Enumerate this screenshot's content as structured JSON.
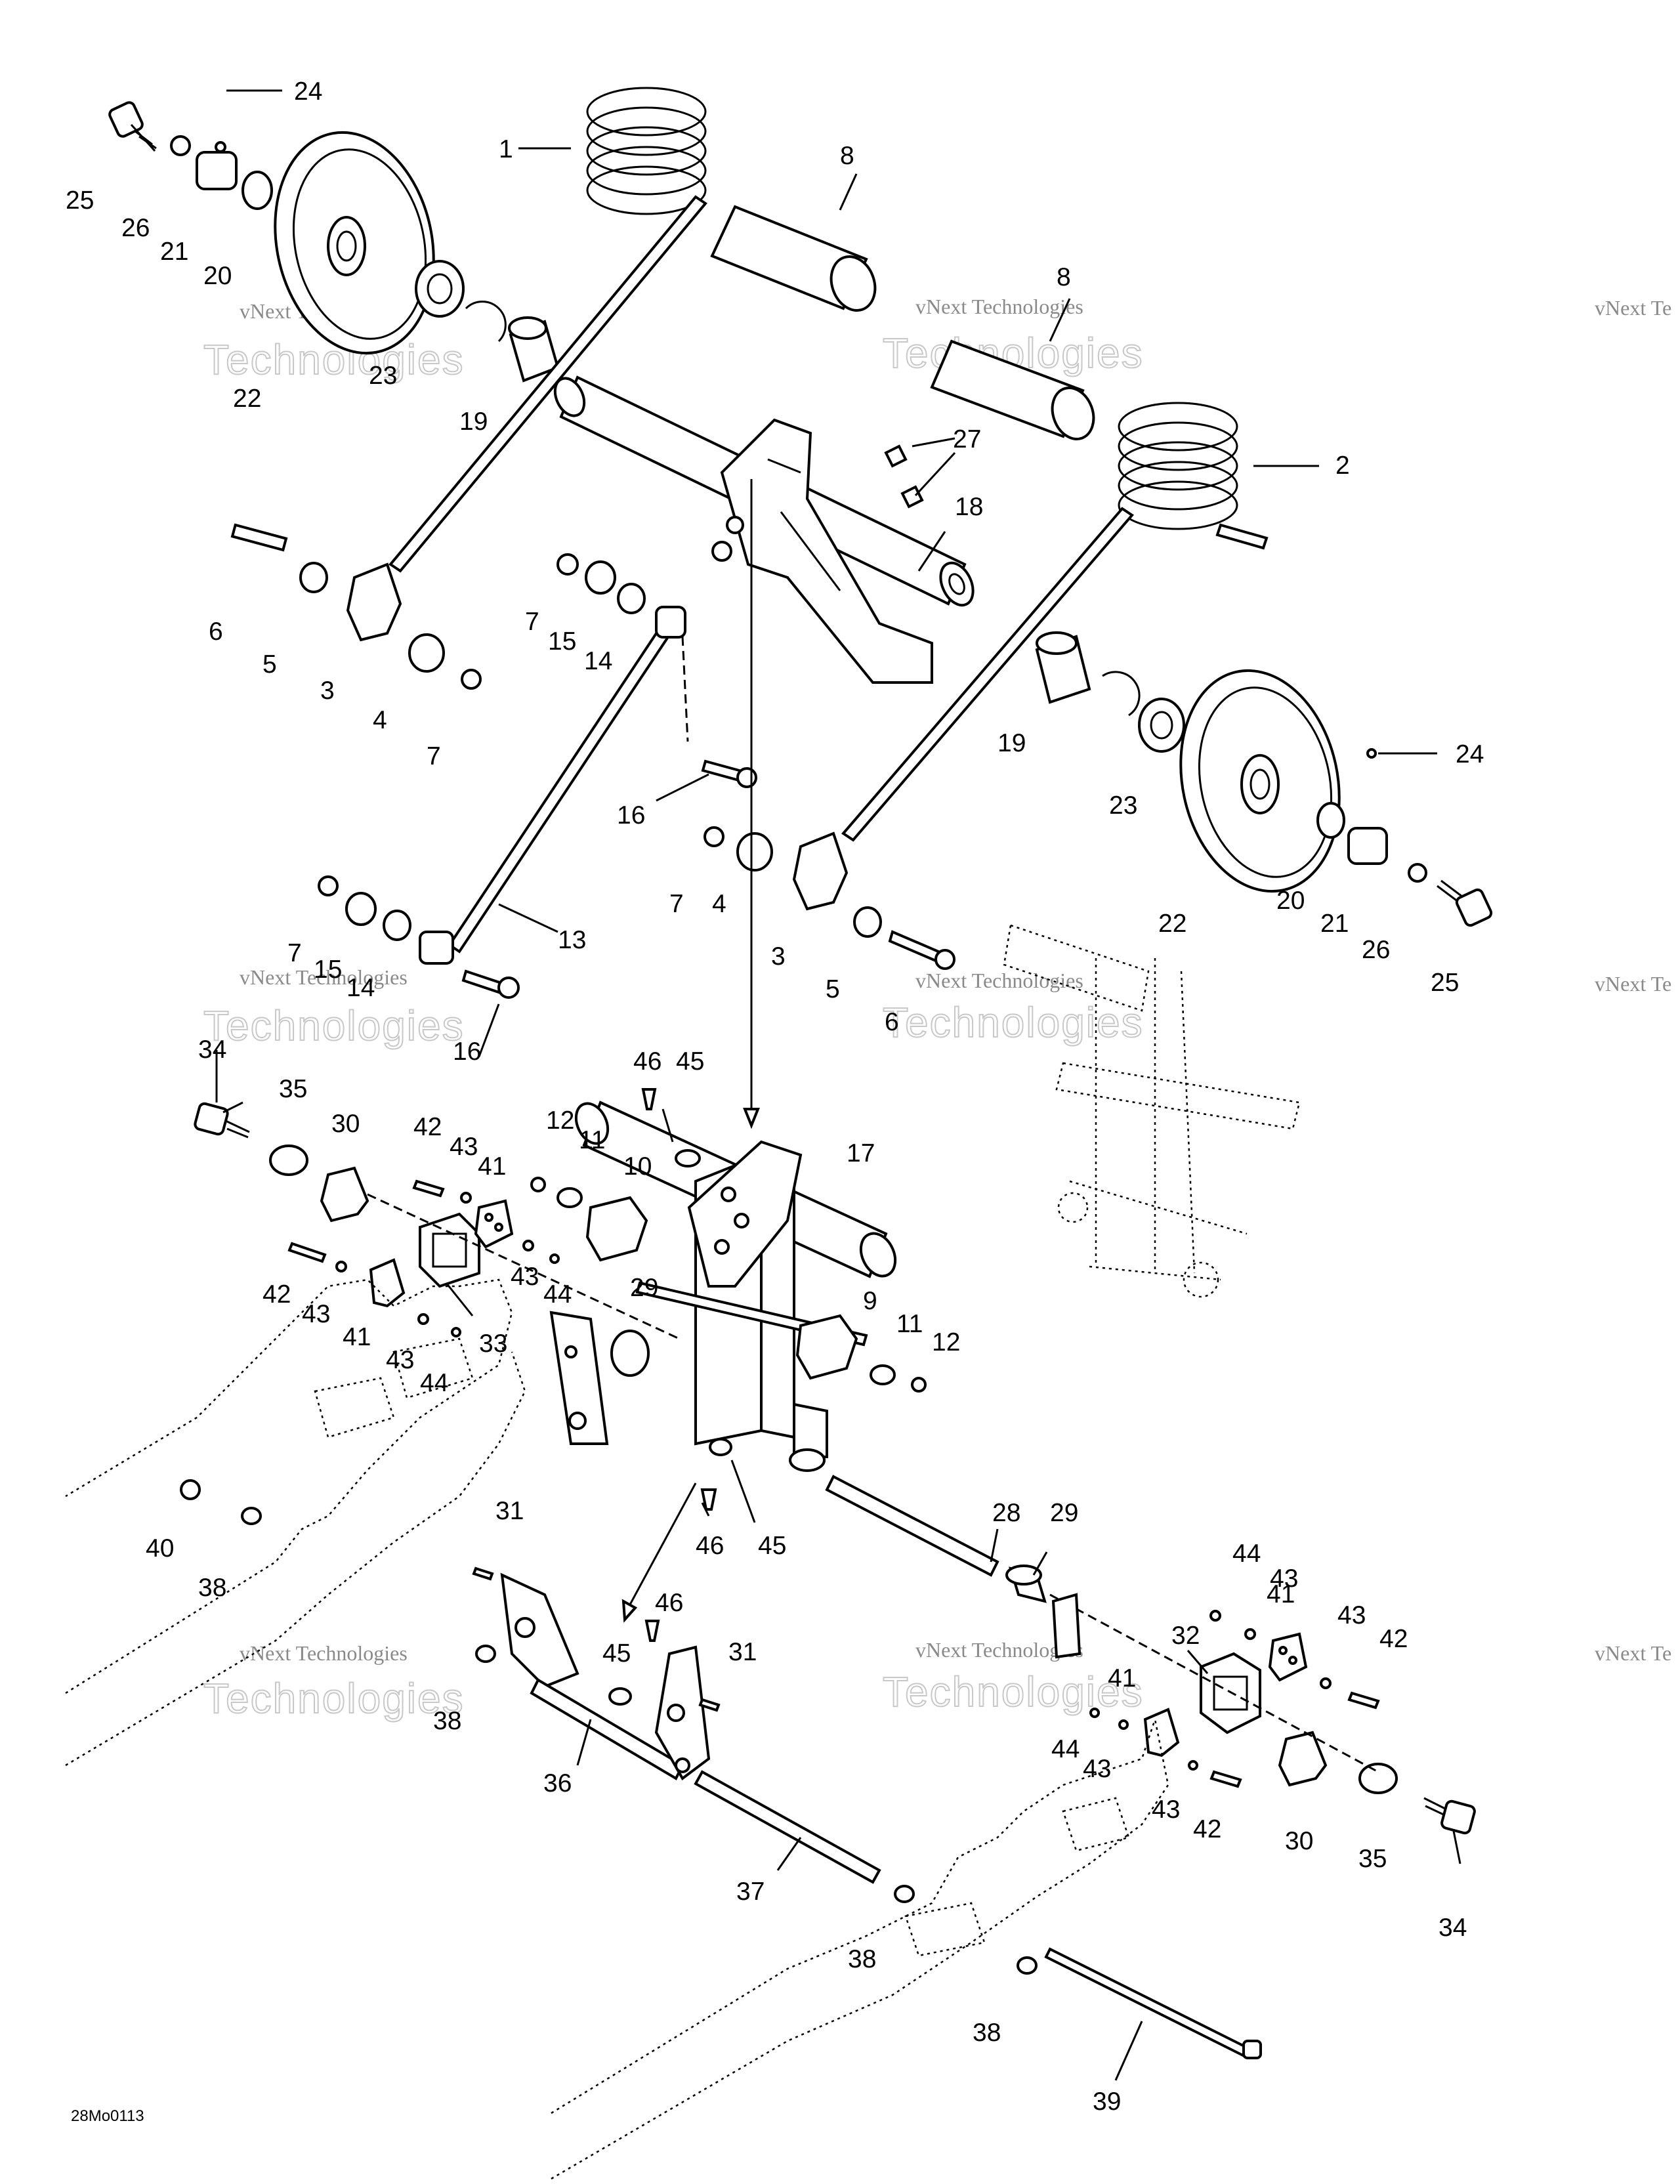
{
  "drawing_code": "28Mo0113",
  "watermark": {
    "line1": "vNext Technologies",
    "line2": "Technologies",
    "partial_right": "vNext Te"
  },
  "callouts": [
    {
      "id": "c1",
      "text": "1"
    },
    {
      "id": "c2",
      "text": "2"
    },
    {
      "id": "c3a",
      "text": "3"
    },
    {
      "id": "c3b",
      "text": "3"
    },
    {
      "id": "c4a",
      "text": "4"
    },
    {
      "id": "c4b",
      "text": "4"
    },
    {
      "id": "c5a",
      "text": "5"
    },
    {
      "id": "c5b",
      "text": "5"
    },
    {
      "id": "c6a",
      "text": "6"
    },
    {
      "id": "c6b",
      "text": "6"
    },
    {
      "id": "c7a",
      "text": "7"
    },
    {
      "id": "c7b",
      "text": "7"
    },
    {
      "id": "c7c",
      "text": "7"
    },
    {
      "id": "c7d",
      "text": "7"
    },
    {
      "id": "c8a",
      "text": "8"
    },
    {
      "id": "c8b",
      "text": "8"
    },
    {
      "id": "c9",
      "text": "9"
    },
    {
      "id": "c10",
      "text": "10"
    },
    {
      "id": "c11a",
      "text": "11"
    },
    {
      "id": "c11b",
      "text": "11"
    },
    {
      "id": "c12a",
      "text": "12"
    },
    {
      "id": "c12b",
      "text": "12"
    },
    {
      "id": "c13",
      "text": "13"
    },
    {
      "id": "c14a",
      "text": "14"
    },
    {
      "id": "c14b",
      "text": "14"
    },
    {
      "id": "c15a",
      "text": "15"
    },
    {
      "id": "c15b",
      "text": "15"
    },
    {
      "id": "c16a",
      "text": "16"
    },
    {
      "id": "c16b",
      "text": "16"
    },
    {
      "id": "c17",
      "text": "17"
    },
    {
      "id": "c18",
      "text": "18"
    },
    {
      "id": "c19a",
      "text": "19"
    },
    {
      "id": "c19b",
      "text": "19"
    },
    {
      "id": "c20a",
      "text": "20"
    },
    {
      "id": "c20b",
      "text": "20"
    },
    {
      "id": "c21a",
      "text": "21"
    },
    {
      "id": "c21b",
      "text": "21"
    },
    {
      "id": "c22a",
      "text": "22"
    },
    {
      "id": "c22b",
      "text": "22"
    },
    {
      "id": "c23a",
      "text": "23"
    },
    {
      "id": "c23b",
      "text": "23"
    },
    {
      "id": "c24a",
      "text": "24"
    },
    {
      "id": "c24b",
      "text": "24"
    },
    {
      "id": "c25a",
      "text": "25"
    },
    {
      "id": "c25b",
      "text": "25"
    },
    {
      "id": "c26a",
      "text": "26"
    },
    {
      "id": "c26b",
      "text": "26"
    },
    {
      "id": "c27",
      "text": "27"
    },
    {
      "id": "c28",
      "text": "28"
    },
    {
      "id": "c29a",
      "text": "29"
    },
    {
      "id": "c29b",
      "text": "29"
    },
    {
      "id": "c30a",
      "text": "30"
    },
    {
      "id": "c30b",
      "text": "30"
    },
    {
      "id": "c31a",
      "text": "31"
    },
    {
      "id": "c31b",
      "text": "31"
    },
    {
      "id": "c32",
      "text": "32"
    },
    {
      "id": "c33",
      "text": "33"
    },
    {
      "id": "c34a",
      "text": "34"
    },
    {
      "id": "c34b",
      "text": "34"
    },
    {
      "id": "c35a",
      "text": "35"
    },
    {
      "id": "c35b",
      "text": "35"
    },
    {
      "id": "c36",
      "text": "36"
    },
    {
      "id": "c37",
      "text": "37"
    },
    {
      "id": "c38a",
      "text": "38"
    },
    {
      "id": "c38b",
      "text": "38"
    },
    {
      "id": "c38c",
      "text": "38"
    },
    {
      "id": "c38d",
      "text": "38"
    },
    {
      "id": "c39",
      "text": "39"
    },
    {
      "id": "c40",
      "text": "40"
    },
    {
      "id": "c41a",
      "text": "41"
    },
    {
      "id": "c41b",
      "text": "41"
    },
    {
      "id": "c41c",
      "text": "41"
    },
    {
      "id": "c41d",
      "text": "41"
    },
    {
      "id": "c42a",
      "text": "42"
    },
    {
      "id": "c42b",
      "text": "42"
    },
    {
      "id": "c42c",
      "text": "42"
    },
    {
      "id": "c42d",
      "text": "42"
    },
    {
      "id": "c43a",
      "text": "43"
    },
    {
      "id": "c43b",
      "text": "43"
    },
    {
      "id": "c43c",
      "text": "43"
    },
    {
      "id": "c43d",
      "text": "43"
    },
    {
      "id": "c43e",
      "text": "43"
    },
    {
      "id": "c43f",
      "text": "43"
    },
    {
      "id": "c43g",
      "text": "43"
    },
    {
      "id": "c43h",
      "text": "43"
    },
    {
      "id": "c44a",
      "text": "44"
    },
    {
      "id": "c44b",
      "text": "44"
    },
    {
      "id": "c44c",
      "text": "44"
    },
    {
      "id": "c44d",
      "text": "44"
    },
    {
      "id": "c45a",
      "text": "45"
    },
    {
      "id": "c45b",
      "text": "45"
    },
    {
      "id": "c45c",
      "text": "45"
    },
    {
      "id": "c46a",
      "text": "46"
    },
    {
      "id": "c46b",
      "text": "46"
    },
    {
      "id": "c46c",
      "text": "46"
    }
  ]
}
